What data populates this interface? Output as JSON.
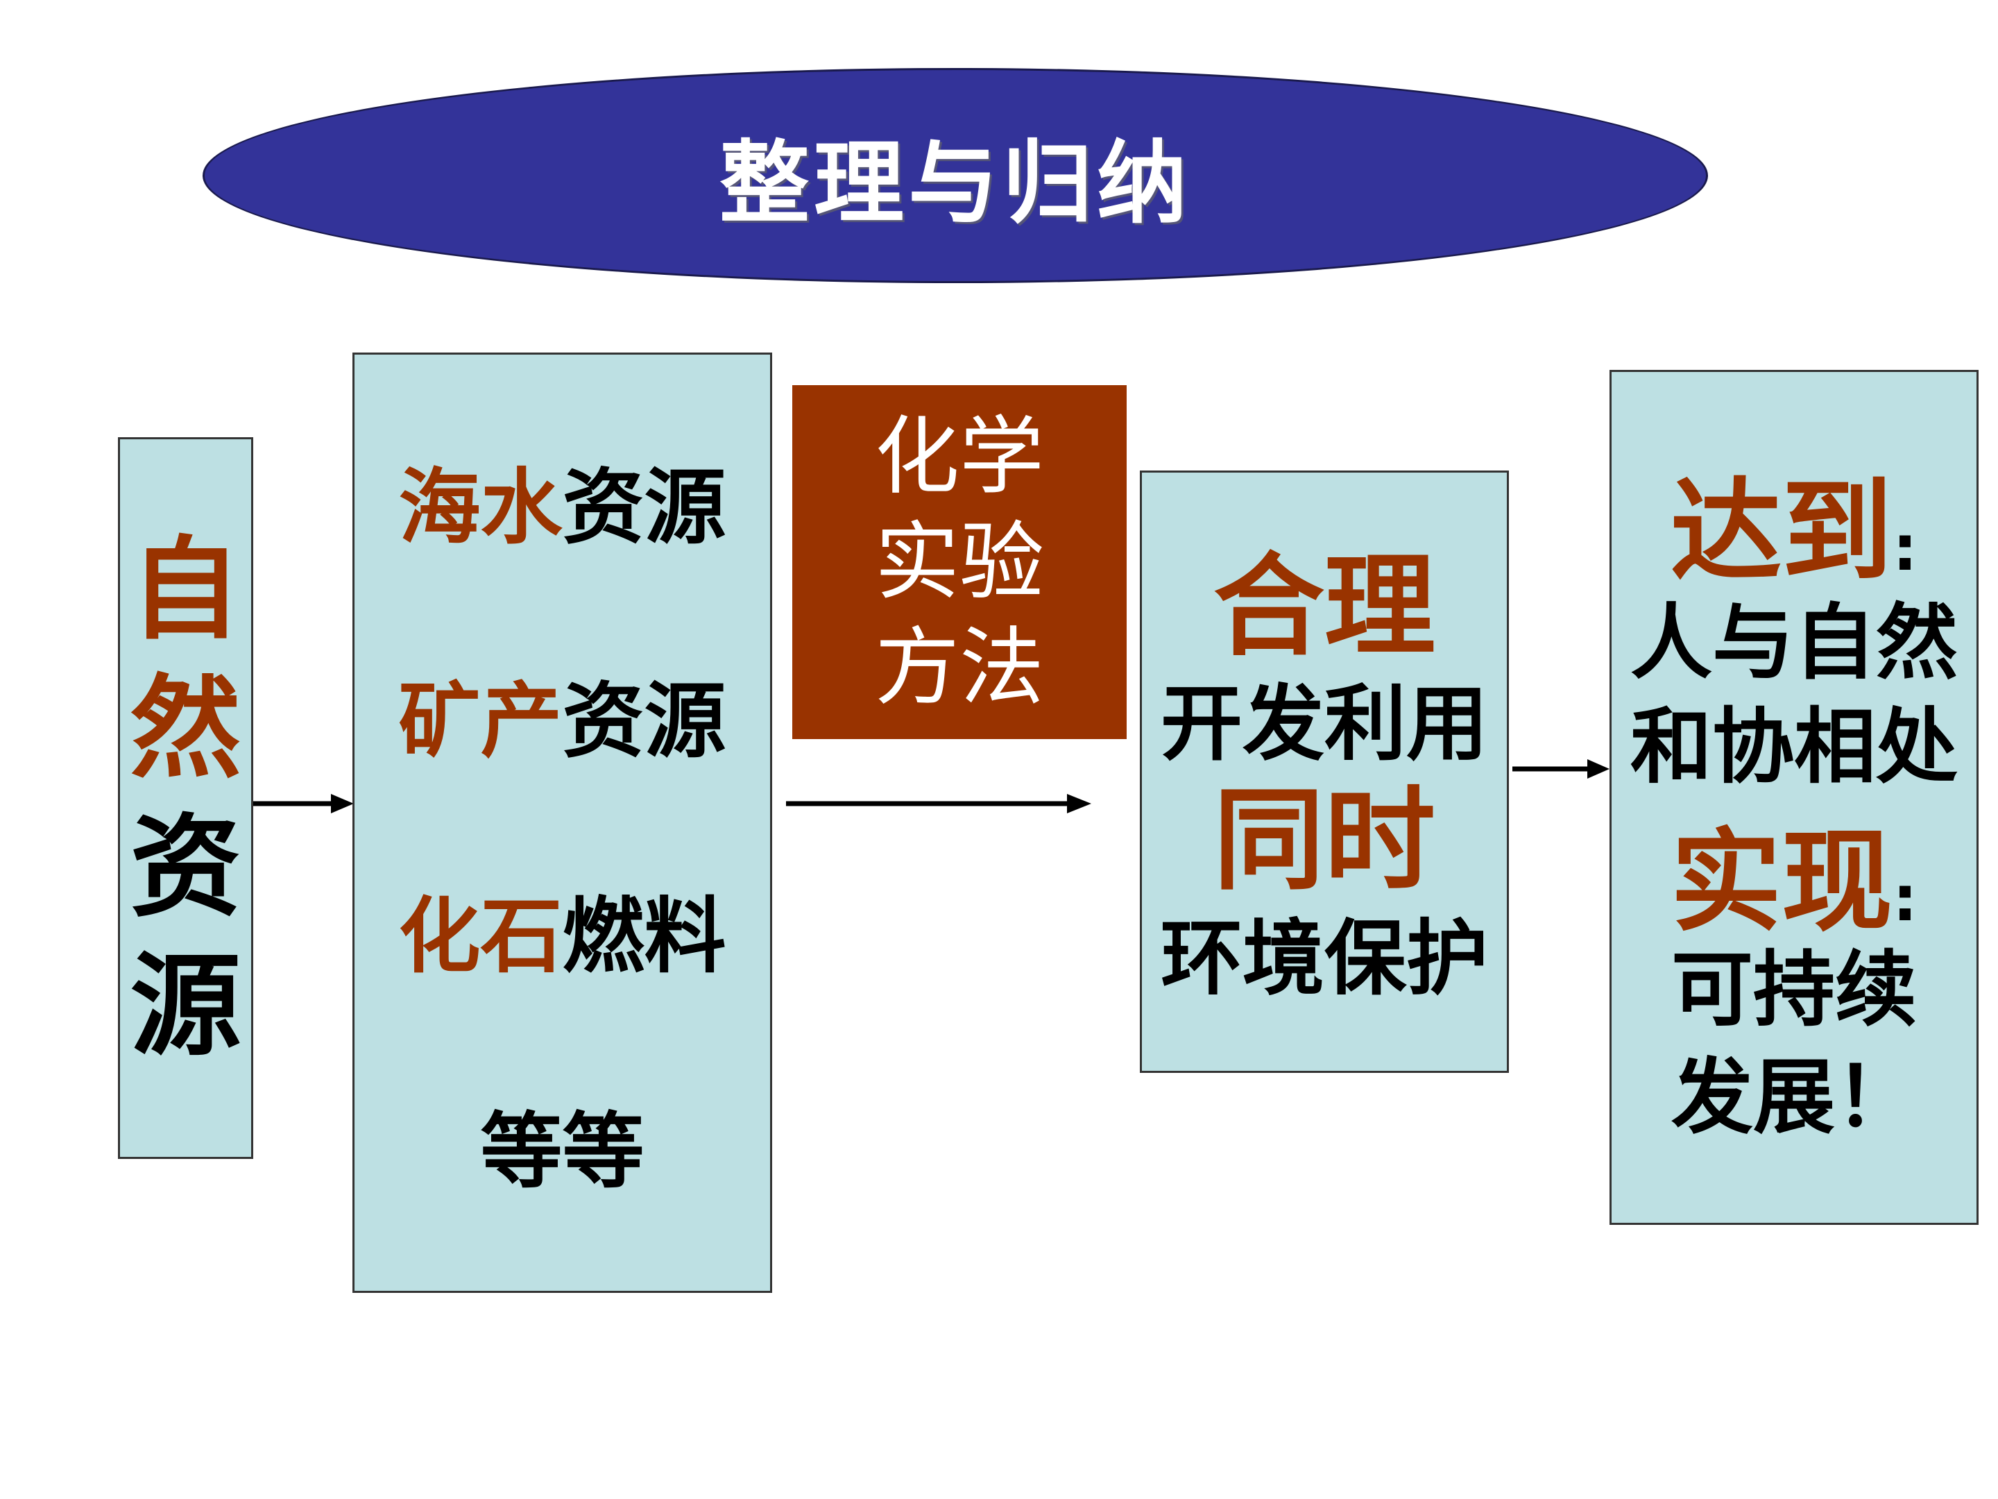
{
  "title": "整理与归纳",
  "natural_resources": [
    "自",
    "然",
    "资",
    "源"
  ],
  "resources": {
    "sea": {
      "red": "海水",
      "black": "资源"
    },
    "mineral": {
      "red": "矿产",
      "black": "资源"
    },
    "fossil": {
      "red": "化石",
      "black": "燃料"
    },
    "etc": "等等"
  },
  "method": [
    "化学",
    "实验",
    "方法"
  ],
  "develop": {
    "rational": "合理",
    "use": "开发利用",
    "meanwhile": "同时",
    "protect": "环境保护"
  },
  "goal": {
    "reach": "达到",
    "reach_colon": ":",
    "harmony_1": "人与自然",
    "harmony_2": "和协相处",
    "realize": "实现",
    "realize_colon": ":",
    "sustain_1": "可持续",
    "sustain_2": "发展！"
  },
  "colors": {
    "title_bg": "#333399",
    "box_bg": "#bde0e3",
    "method_bg": "#993300",
    "accent_text": "#993300"
  }
}
